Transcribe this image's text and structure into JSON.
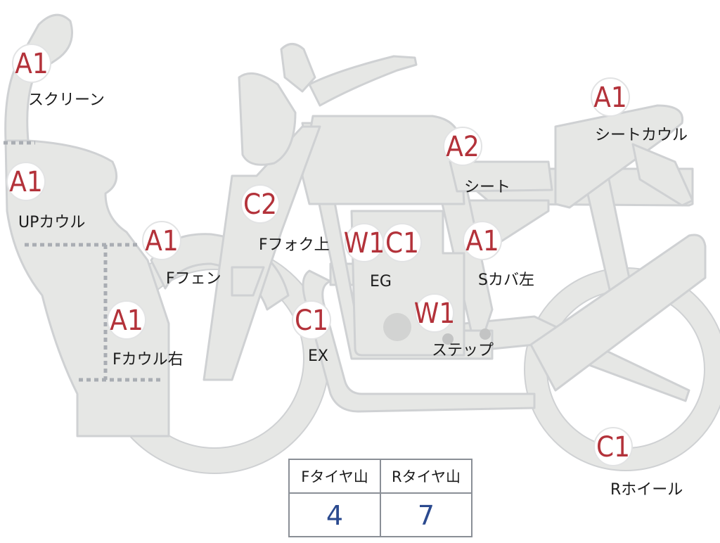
{
  "parts": [
    {
      "id": "screen",
      "grade": "A1",
      "label": "スクリーン"
    },
    {
      "id": "up-cowl",
      "grade": "A1",
      "label": "UPカウル"
    },
    {
      "id": "f-fender",
      "grade": "A1",
      "label": "Fフェン"
    },
    {
      "id": "f-cowl-r",
      "grade": "A1",
      "label": "Fカウル右"
    },
    {
      "id": "f-fork-top",
      "grade": "C2",
      "label": "Fフォク上"
    },
    {
      "id": "eg-w",
      "grade": "W1",
      "label": ""
    },
    {
      "id": "eg",
      "grade": "C1",
      "label": "EG"
    },
    {
      "id": "ex",
      "grade": "C1",
      "label": "EX"
    },
    {
      "id": "step",
      "grade": "W1",
      "label": "ステップ"
    },
    {
      "id": "seat",
      "grade": "A2",
      "label": "シート"
    },
    {
      "id": "seat-cowl",
      "grade": "A1",
      "label": "シートカウル"
    },
    {
      "id": "s-cover-l",
      "grade": "A1",
      "label": "Sカバ左"
    },
    {
      "id": "r-wheel",
      "grade": "C1",
      "label": "Rホイール"
    }
  ],
  "tire_table": {
    "front_header": "Fタイヤ山",
    "rear_header": "Rタイヤ山",
    "front_value": "4",
    "rear_value": "7"
  },
  "colors": {
    "body_fill": "#e6e7e5",
    "outline": "#cfd1d3",
    "grade_text": "#b3323a",
    "value_text": "#2b4a8f"
  }
}
